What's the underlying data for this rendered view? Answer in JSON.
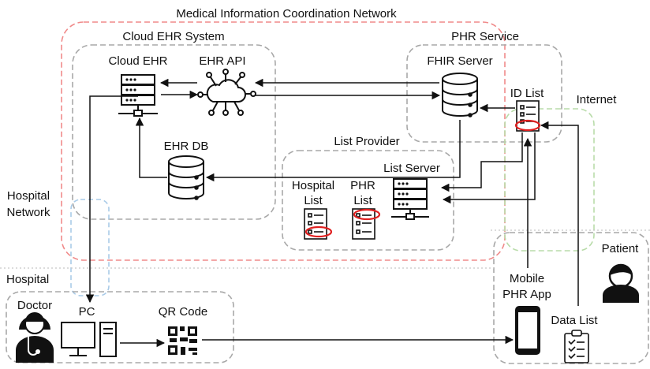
{
  "title": "Medical Information Coordination Network",
  "regions": {
    "cloud_ehr_system": "Cloud EHR System",
    "phr_service": "PHR Service",
    "list_provider": "List Provider",
    "internet": "Internet",
    "hospital_network_line1": "Hospital",
    "hospital_network_line2": "Network",
    "hospital": "Hospital",
    "patient": "Patient"
  },
  "nodes": {
    "cloud_ehr": "Cloud EHR",
    "ehr_api": "EHR API",
    "ehr_db": "EHR DB",
    "fhir_server": "FHIR Server",
    "id_list": "ID List",
    "list_server": "List Server",
    "hospital_list_line1": "Hospital",
    "hospital_list_line2": "List",
    "phr_list_line1": "PHR",
    "phr_list_line2": "List",
    "doctor": "Doctor",
    "pc": "PC",
    "qr_code": "QR Code",
    "mobile_phr_app_line1": "Mobile",
    "mobile_phr_app_line2": "PHR App",
    "data_list": "Data List"
  },
  "colors": {
    "medical_network": "#f08a8a",
    "region_border": "#a8a8a8",
    "hospital_network": "#a9cbe8",
    "internet": "#b9dcaa",
    "highlight": "#e02020",
    "icon": "#111111"
  }
}
